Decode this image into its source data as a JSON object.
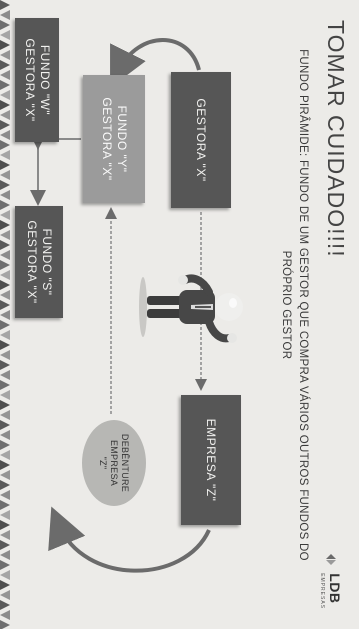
{
  "slide": {
    "title": "TOMAR CUIDADO!!!!",
    "subtitle": "FUNDO PIRÂMIDE: FUNDO DE UM GESTOR QUE COMPRA VÁRIOS OUTROS FUNDOS DO PRÓPRIO GESTOR",
    "logo": {
      "text": "LDB",
      "sub": "EMPRESAS"
    }
  },
  "diagram": {
    "gestora_x": "GESTORA \"X\"",
    "empresa_z": "EMPRESA \"Z\"",
    "fundo_y": {
      "line1": "FUNDO \"Y\"",
      "line2": "GESTORA \"X\""
    },
    "fundo_w": {
      "line1": "FUNDO \"W\"",
      "line2": "GESTORA \"X\""
    },
    "fundo_s": {
      "line1": "FUNDO \"S\"",
      "line2": "GESTORA \"X\""
    },
    "debenture": {
      "line1": "DEBÊNTURE",
      "line2": "EMPRESA",
      "line3": "\"Z\""
    }
  },
  "colors": {
    "dark_box": "#565656",
    "light_box": "#9b9b9b",
    "ellipse": "#b7b7b4",
    "background": "#ecebe8"
  }
}
